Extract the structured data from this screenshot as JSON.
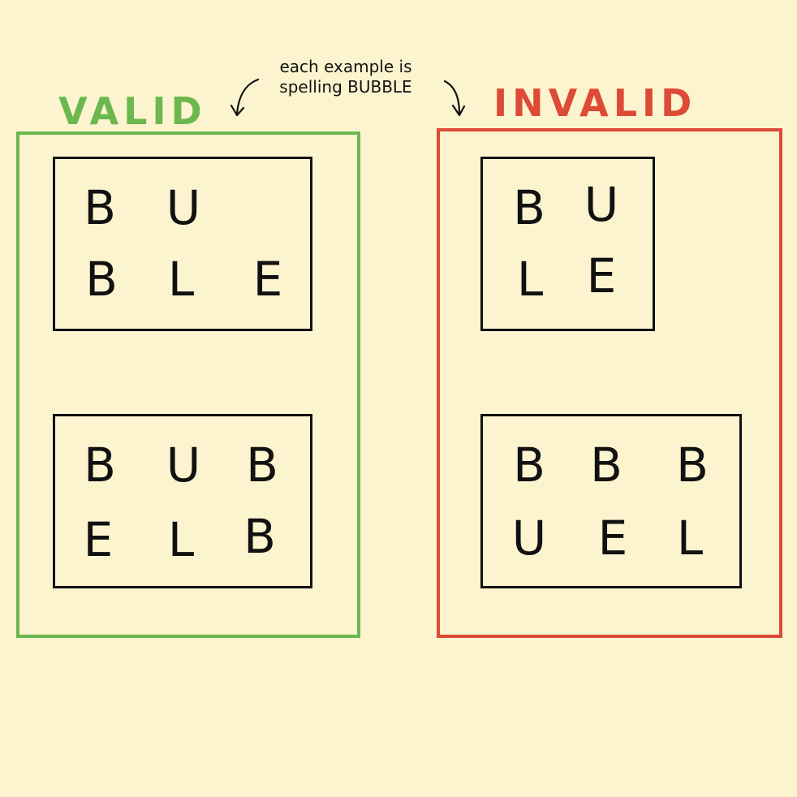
{
  "headings": {
    "valid": "VALID",
    "invalid": "INVALID"
  },
  "note": {
    "line1": "each example is",
    "line2": "spelling BUBBLE"
  },
  "valid": {
    "box1": {
      "row1": [
        "B",
        "U"
      ],
      "row2": [
        "B",
        "L",
        "E"
      ]
    },
    "box2": {
      "row1": [
        "B",
        "U",
        "B"
      ],
      "row2": [
        "E",
        "L",
        "B"
      ]
    }
  },
  "invalid": {
    "box1": {
      "row1": [
        "B",
        "U"
      ],
      "row2": [
        "L",
        "E"
      ]
    },
    "box2": {
      "row1": [
        "B",
        "B",
        "B"
      ],
      "row2": [
        "U",
        "E",
        "L"
      ]
    }
  },
  "colors": {
    "background": "#fcf4cf",
    "valid": "#6cb84f",
    "invalid": "#dd4a36",
    "ink": "#111111"
  }
}
